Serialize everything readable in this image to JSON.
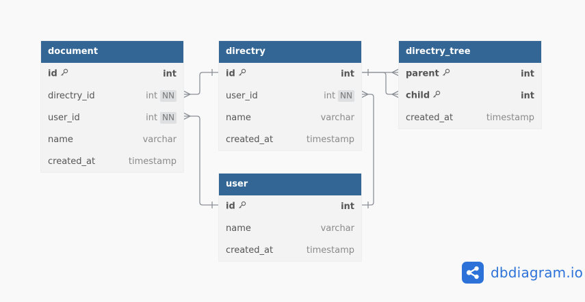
{
  "tables": {
    "document": {
      "name": "document",
      "fields": [
        {
          "name": "id",
          "type": "int",
          "pk": true
        },
        {
          "name": "directry_id",
          "type": "int",
          "nn": "NN"
        },
        {
          "name": "user_id",
          "type": "int",
          "nn": "NN"
        },
        {
          "name": "name",
          "type": "varchar"
        },
        {
          "name": "created_at",
          "type": "timestamp"
        }
      ]
    },
    "directry": {
      "name": "directry",
      "fields": [
        {
          "name": "id",
          "type": "int",
          "pk": true
        },
        {
          "name": "user_id",
          "type": "int",
          "nn": "NN"
        },
        {
          "name": "name",
          "type": "varchar"
        },
        {
          "name": "created_at",
          "type": "timestamp"
        }
      ]
    },
    "directry_tree": {
      "name": "directry_tree",
      "fields": [
        {
          "name": "parent",
          "type": "int",
          "pk": true
        },
        {
          "name": "child",
          "type": "int",
          "pk": true
        },
        {
          "name": "created_at",
          "type": "timestamp"
        }
      ]
    },
    "user": {
      "name": "user",
      "fields": [
        {
          "name": "id",
          "type": "int",
          "pk": true
        },
        {
          "name": "name",
          "type": "varchar"
        },
        {
          "name": "created_at",
          "type": "timestamp"
        }
      ]
    }
  },
  "relationships": [
    {
      "from": "document.directry_id",
      "to": "directry.id",
      "type": "many-to-one"
    },
    {
      "from": "document.user_id",
      "to": "user.id",
      "type": "many-to-one"
    },
    {
      "from": "directry_tree.parent",
      "to": "directry.id",
      "type": "many-to-one"
    },
    {
      "from": "directry_tree.child",
      "to": "directry.id",
      "type": "many-to-one"
    },
    {
      "from": "directry.user_id",
      "to": "user.id",
      "type": "many-to-one"
    }
  ],
  "brand": {
    "name": "dbdiagram.io",
    "icon": "share-nodes-icon",
    "color": "#2d72d9"
  },
  "colors": {
    "header": "#336694",
    "body": "#f3f3f4",
    "background": "#f9f9fa",
    "connector": "#8a8f96"
  }
}
